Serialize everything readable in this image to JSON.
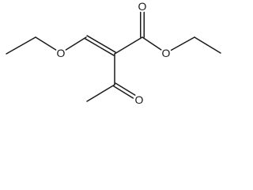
{
  "structure": {
    "atoms": [
      {
        "id": "o_ether",
        "label": "O"
      },
      {
        "id": "o_ester_carbonyl",
        "label": "O"
      },
      {
        "id": "o_ester_link",
        "label": "O"
      },
      {
        "id": "o_ketone",
        "label": "O"
      }
    ],
    "bonds": [
      {
        "id": "b1",
        "from": "c_ethyl1_me",
        "to": "c_ethyl1_ch2",
        "order": 1
      },
      {
        "id": "b2",
        "from": "c_ethyl1_ch2",
        "to": "o_ether",
        "order": 1
      },
      {
        "id": "b3",
        "from": "o_ether",
        "to": "c_vinyl",
        "order": 1
      },
      {
        "id": "b4",
        "from": "c_vinyl",
        "to": "c_central",
        "order": 2
      },
      {
        "id": "b5",
        "from": "c_central",
        "to": "c_ester",
        "order": 1
      },
      {
        "id": "b6",
        "from": "c_ester",
        "to": "o_ester_carbonyl",
        "order": 2
      },
      {
        "id": "b7",
        "from": "c_ester",
        "to": "o_ester_link",
        "order": 1
      },
      {
        "id": "b8",
        "from": "o_ester_link",
        "to": "c_ethyl2_ch2",
        "order": 1
      },
      {
        "id": "b9",
        "from": "c_ethyl2_ch2",
        "to": "c_ethyl2_me",
        "order": 1
      },
      {
        "id": "b10",
        "from": "c_central",
        "to": "c_acetyl",
        "order": 1
      },
      {
        "id": "b11",
        "from": "c_acetyl",
        "to": "c_acetyl_me",
        "order": 1
      },
      {
        "id": "b12",
        "from": "c_acetyl",
        "to": "o_ketone",
        "order": 2
      }
    ]
  }
}
